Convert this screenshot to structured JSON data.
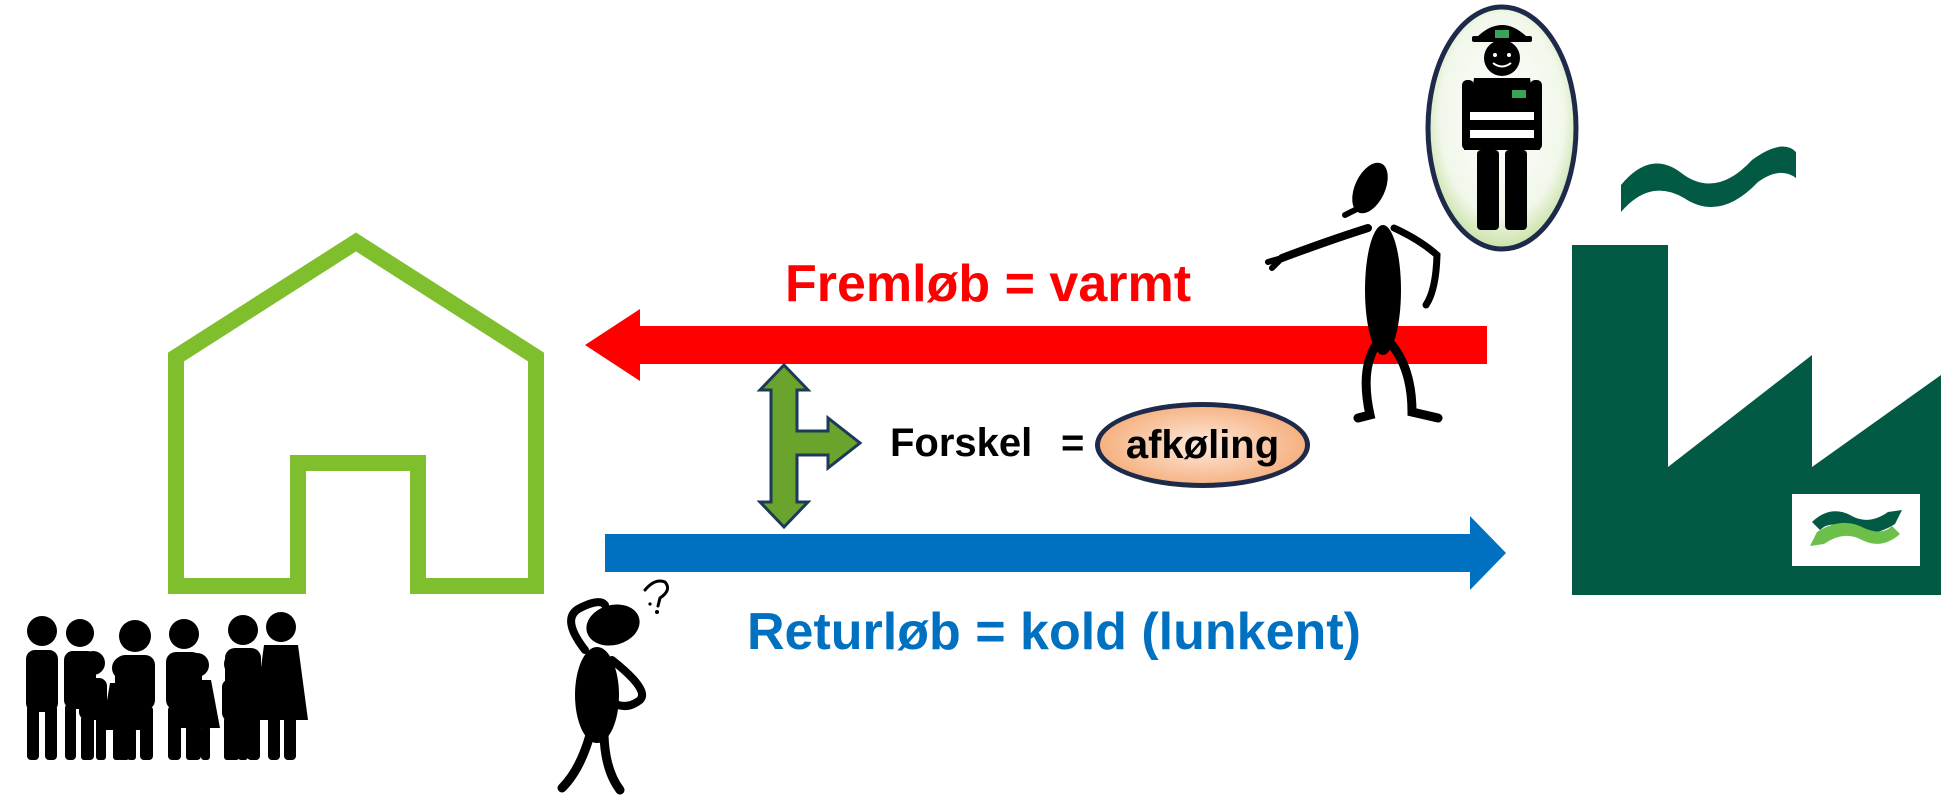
{
  "labels": {
    "supply": "Fremløb  =  varmt",
    "return": "Returløb  =  kold (lunkent)",
    "difference": "Forskel",
    "equals": "=",
    "cooling": "afkøling"
  },
  "colors": {
    "supply": "#ff0000",
    "return": "#0070c0",
    "text": "#000000",
    "house": "#7fbf2d",
    "plant": "#035a44",
    "diff_arrow": "#6aa42c",
    "cooling_fill_center": "#fbe4d5",
    "cooling_fill_edge": "#f4a46b"
  },
  "icons": [
    "house-outline-icon",
    "family-group-icon",
    "power-plant-icon",
    "pointing-figure-icon",
    "worker-in-badge-icon",
    "confused-figure-icon",
    "double-arrow-branch-icon"
  ]
}
